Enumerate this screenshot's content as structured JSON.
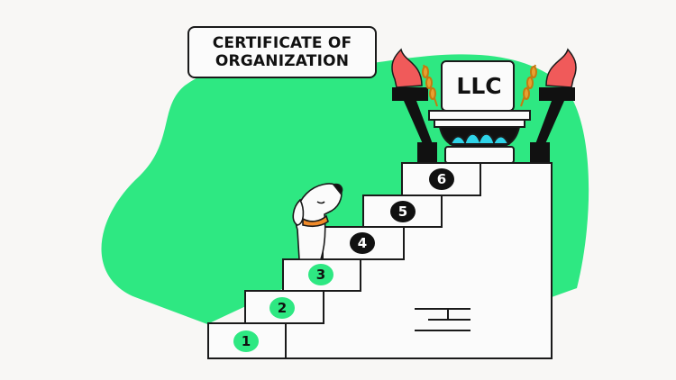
{
  "title": {
    "line1": "CERTIFICATE OF",
    "line2": "ORGANIZATION"
  },
  "badge": "LLC",
  "steps": [
    "1",
    "2",
    "3",
    "4",
    "5",
    "6"
  ],
  "colors": {
    "background": "#f8f7f5",
    "green": "#2ee882",
    "flame": "#f05a5a",
    "wheat": "#e8a030",
    "lotus": "#2ed3e8",
    "ink": "#111111"
  }
}
